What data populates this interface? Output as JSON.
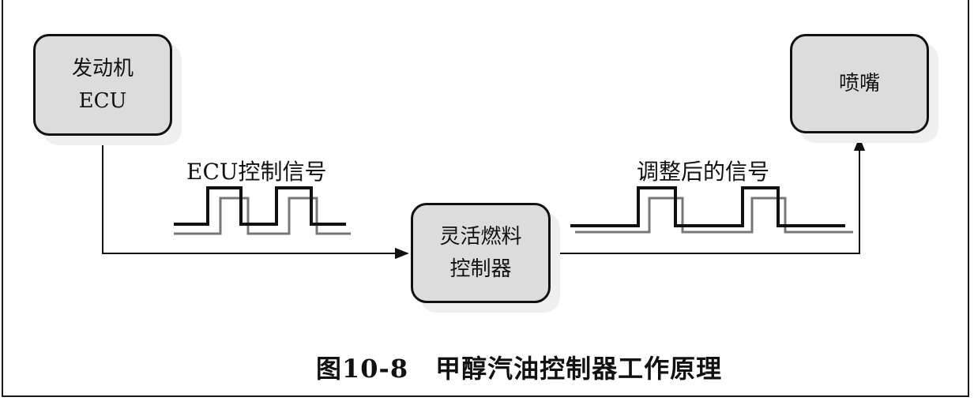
{
  "blocks": {
    "ecu": {
      "line1": "发动机",
      "line2": "ECU"
    },
    "controller": {
      "line1": "灵活燃料",
      "line2": "控制器"
    },
    "injector": {
      "label": "喷嘴"
    }
  },
  "signals": {
    "input_label": "ECU控制信号",
    "output_label": "调整后的信号"
  },
  "caption": {
    "figure_number": "图10-8",
    "title": "甲醇汽油控制器工作原理"
  },
  "colors": {
    "block_fill": "#dcdcdc",
    "outline": "#111111",
    "signal_primary": "#111111",
    "signal_shifted": "#777777"
  }
}
